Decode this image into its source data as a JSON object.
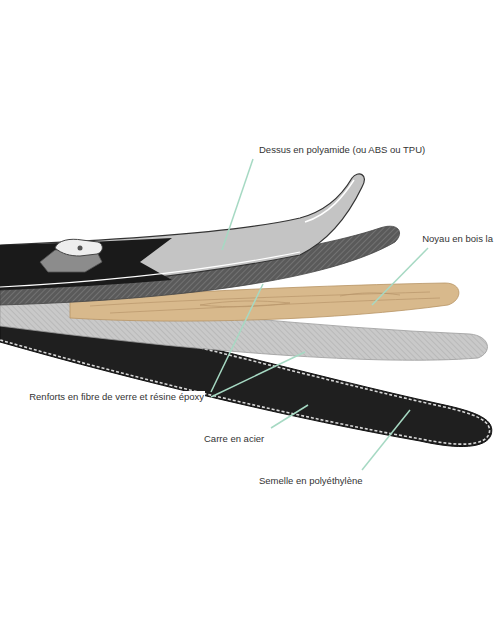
{
  "diagram": {
    "labels": [
      "Dessus en polyamide (ou ABS ou TPU)",
      "Noyau en bois la",
      "Renforts en fibre de verre et résine époxy",
      "Carre en acier",
      "Semelle en polyéthylène"
    ]
  }
}
